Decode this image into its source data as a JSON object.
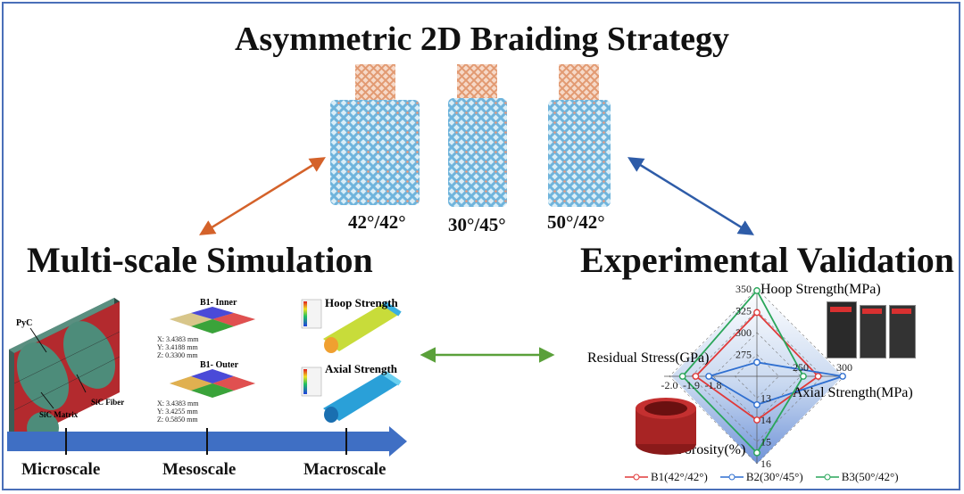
{
  "title": "Asymmetric 2D Braiding Strategy",
  "braids": [
    {
      "label": "42°/42°"
    },
    {
      "label": "30°/45°"
    },
    {
      "label": "50°/42°"
    }
  ],
  "left_section": {
    "title": "Multi-scale Simulation",
    "micro_labels": {
      "pyc": "PyC",
      "fiber": "SiC Fiber",
      "matrix": "SiC Matrix"
    },
    "meso": {
      "inner_label": "B1- Inner",
      "outer_label": "B1- Outer",
      "inner_dims": [
        "X: 3.4383 mm",
        "Y: 3.4188 mm",
        "Z: 0.3300 mm"
      ],
      "outer_dims": [
        "X: 3.4383 mm",
        "Y: 3.4255 mm",
        "Z: 0.5850 mm"
      ]
    },
    "macro": {
      "hoop_label": "Hoop Strength",
      "axial_label": "Axial Strength"
    },
    "scales": [
      "Microscale",
      "Mesoscale",
      "Macroscale"
    ]
  },
  "right_section": {
    "title": "Experimental Validation"
  },
  "chart_data": {
    "type": "radar",
    "axes": [
      {
        "label": "Hoop Strength(MPa)",
        "ticks": [
          275,
          300,
          325,
          350
        ]
      },
      {
        "label": "Axial Strength(MPa)",
        "ticks": [
          250,
          300
        ]
      },
      {
        "label": "Porosity(%)",
        "ticks": [
          13,
          14,
          15,
          16
        ]
      },
      {
        "label": "Residual Stress(GPa)",
        "ticks": [
          -1.8,
          -1.9,
          -2.0
        ]
      }
    ],
    "series": [
      {
        "name": "B1(42°/42°)",
        "color": "#e03a3a",
        "hoop": 323,
        "axial": 270,
        "porosity": 14.0,
        "residual": -1.88
      },
      {
        "name": "B2(30°/45°)",
        "color": "#2f6fd0",
        "hoop": 266,
        "axial": 298,
        "porosity": 13.3,
        "residual": -1.82
      },
      {
        "name": "B3(50°/42°)",
        "color": "#2aa65a",
        "hoop": 348,
        "axial": 253,
        "porosity": 15.5,
        "residual": -1.94
      }
    ]
  },
  "colors": {
    "orange_arrow": "#d4622a",
    "blue_arrow": "#2e5ca8",
    "green_arrow": "#5aa03a",
    "scale_bar": "#3f6fc4",
    "braid_blue": "#7dbde0",
    "braid_orange": "#e7a882"
  }
}
